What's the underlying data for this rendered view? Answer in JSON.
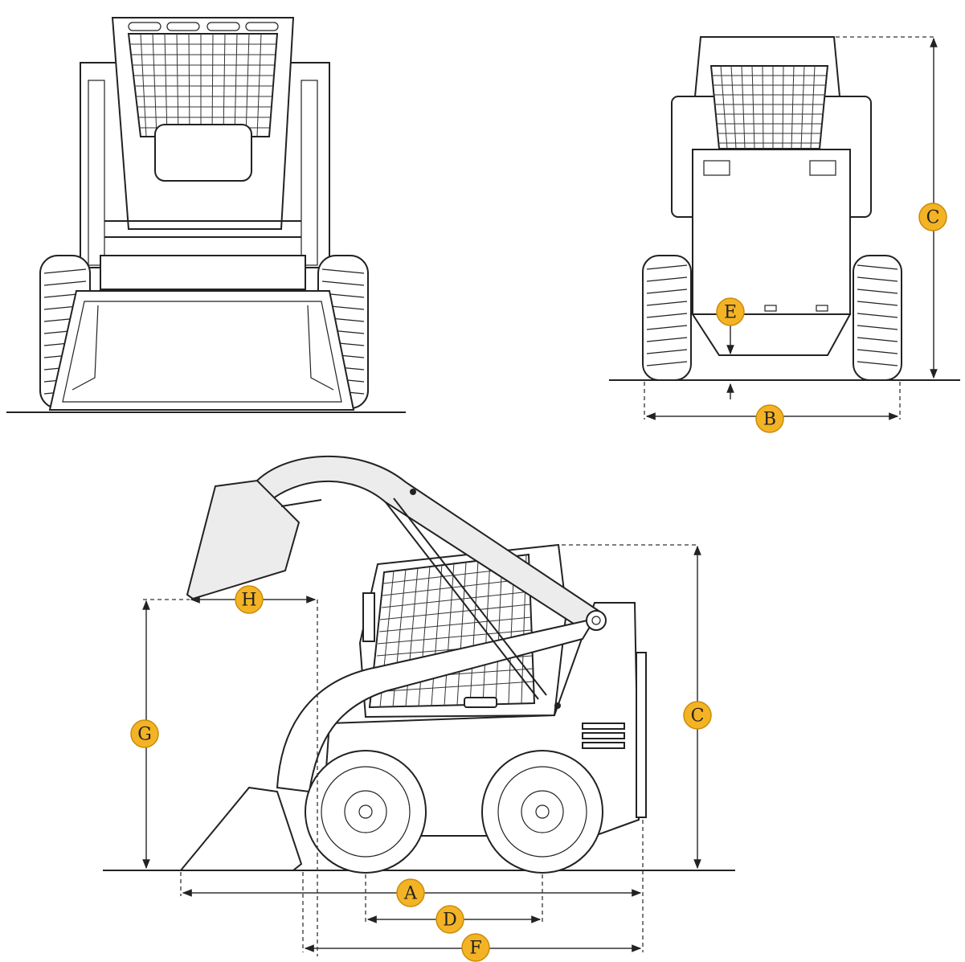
{
  "labels": {
    "a": "A",
    "b": "B",
    "c_side": "C",
    "c_rear": "C",
    "d": "D",
    "e": "E",
    "f": "F",
    "g": "G",
    "h": "H"
  },
  "colors": {
    "badge_fill": "#f4b324",
    "line": "#222222",
    "background": "#ffffff"
  }
}
